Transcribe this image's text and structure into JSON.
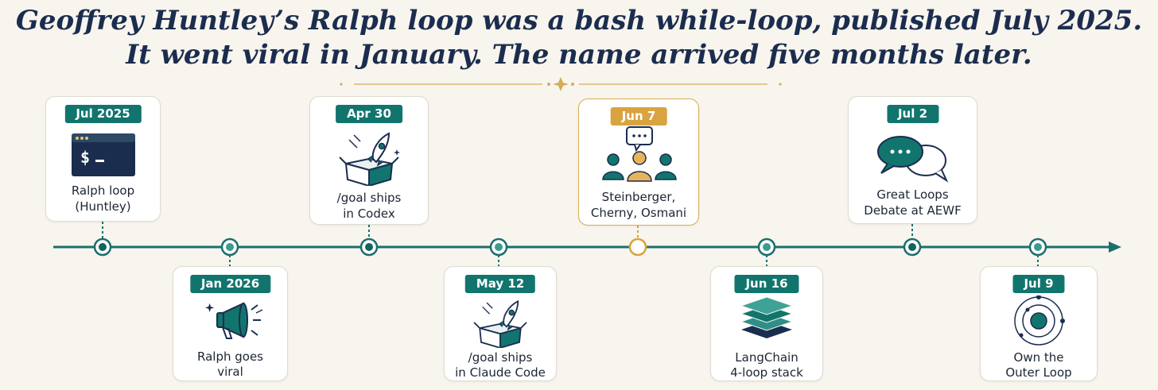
{
  "title": {
    "line1": "Geoffrey Huntley’s Ralph loop was a bash while-loop, published July 2025.",
    "line2": "It went viral in January. The name arrived five months later."
  },
  "events": [
    {
      "date": "Jul 2025",
      "label_lines": [
        "Ralph loop",
        "(Huntley)"
      ],
      "icon": "terminal-icon",
      "side": "above",
      "highlight": false
    },
    {
      "date": "Jan 2026",
      "label_lines": [
        "Ralph goes",
        "viral"
      ],
      "icon": "megaphone-icon",
      "side": "below",
      "highlight": false
    },
    {
      "date": "Apr 30",
      "label_lines": [
        "/goal ships",
        "in Codex"
      ],
      "icon": "rocket-box-icon",
      "side": "above",
      "highlight": false
    },
    {
      "date": "May 12",
      "label_lines": [
        "/goal ships",
        "in Claude Code"
      ],
      "icon": "rocket-box-icon",
      "side": "below",
      "highlight": false
    },
    {
      "date": "Jun 7",
      "label_lines": [
        "Steinberger,",
        "Cherny, Osmani"
      ],
      "icon": "people-chat-icon",
      "side": "above",
      "highlight": true
    },
    {
      "date": "Jun 16",
      "label_lines": [
        "LangChain",
        "4-loop stack"
      ],
      "icon": "layers-icon",
      "side": "below",
      "highlight": false
    },
    {
      "date": "Jul 2",
      "label_lines": [
        "Great Loops",
        "Debate at AEWF"
      ],
      "icon": "chat-bubbles-icon",
      "side": "above",
      "highlight": false
    },
    {
      "date": "Jul 9",
      "label_lines": [
        "Own the",
        "Outer Loop"
      ],
      "icon": "orbit-icon",
      "side": "below",
      "highlight": false
    }
  ],
  "colors": {
    "teal": "#11756e",
    "gold": "#d9a33f",
    "navy": "#1b2d4f",
    "background": "#f8f5ee"
  }
}
